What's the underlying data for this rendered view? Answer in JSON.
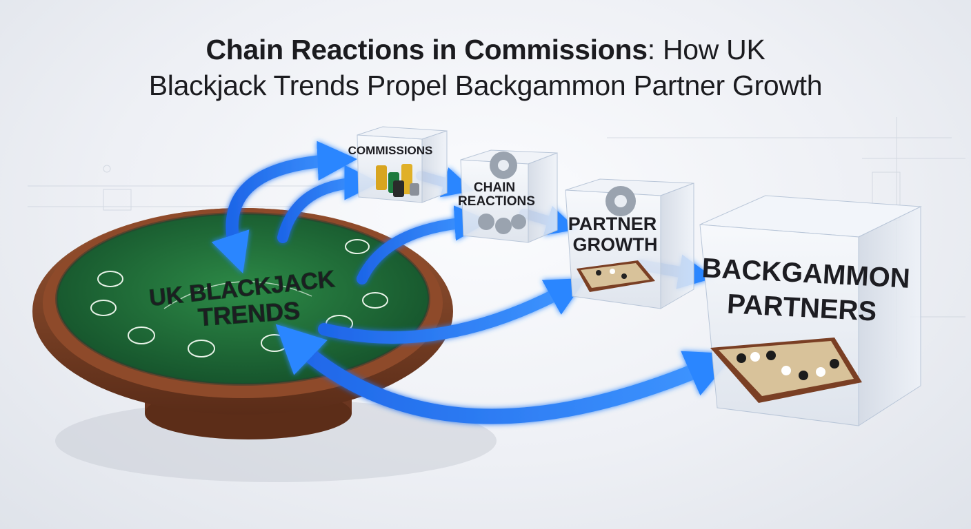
{
  "title": {
    "line1_bold": "Chain Reactions in Commissions",
    "line1_rest": ": How UK",
    "line2": "Blackjack Trends Propel Backgammon Partner Growth"
  },
  "nodes": {
    "table": {
      "line1": "UK BLACKJACK",
      "line2": "TRENDS"
    },
    "commissions": {
      "label": "COMMISSIONS"
    },
    "chain_reactions": {
      "line1": "CHAIN",
      "line2": "REACTIONS"
    },
    "partner_growth": {
      "line1": "PARTNER",
      "line2": "GROWTH"
    },
    "backgammon_partners": {
      "line1": "BACKGAMMON",
      "line2": "PARTNERS"
    }
  },
  "colors": {
    "felt": "#1f6b35",
    "wood": "#7a3f24",
    "arrow": "#2a7dff",
    "arrow_glow": "#8fc2ff",
    "cube_edge": "#b9c6d8"
  },
  "icons": [
    "chip-stack-icon",
    "gear-icon",
    "backgammon-board-icon"
  ]
}
